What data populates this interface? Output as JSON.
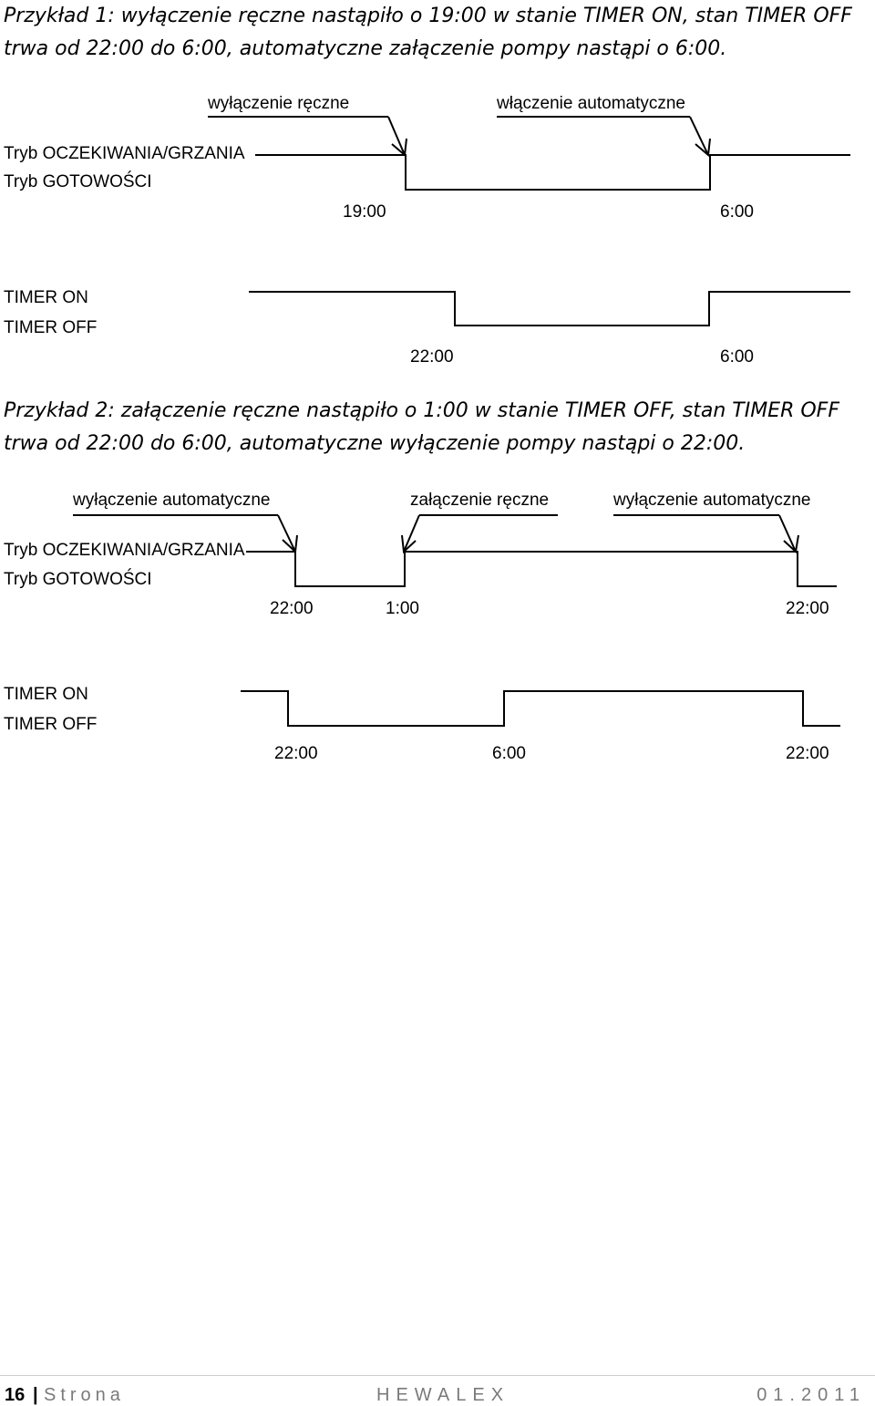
{
  "example1": {
    "heading": "Przykład 1: wyłączenie ręczne nastąpiło o 19:00 w stanie TIMER ON, stan TIMER OFF trwa od 22:00 do 6:00, automatyczne załączenie pompy nastąpi o 6:00.",
    "annotations": {
      "manual_off": "wyłączenie ręczne",
      "auto_on": "włączenie automatyczne"
    },
    "mode_labels": {
      "high": "Tryb OCZEKIWANIA/GRZANIA",
      "low": "Tryb GOTOWOŚCI"
    },
    "mode_times": [
      "19:00",
      "6:00"
    ],
    "timer_labels": {
      "high": "TIMER ON",
      "low": "TIMER OFF"
    },
    "timer_times": [
      "22:00",
      "6:00"
    ]
  },
  "example2": {
    "heading": "Przykład 2: załączenie ręczne nastąpiło o 1:00 w stanie TIMER OFF, stan TIMER OFF trwa od 22:00 do 6:00, automatyczne wyłączenie pompy nastąpi o 22:00.",
    "annotations": {
      "auto_off_1": "wyłączenie automatyczne",
      "manual_on": "załączenie ręczne",
      "auto_off_2": "wyłączenie automatyczne"
    },
    "mode_labels": {
      "high": "Tryb OCZEKIWANIA/GRZANIA",
      "low": "Tryb GOTOWOŚCI"
    },
    "mode_times": [
      "22:00",
      "1:00",
      "22:00"
    ],
    "timer_labels": {
      "high": "TIMER ON",
      "low": "TIMER OFF"
    },
    "timer_times": [
      "22:00",
      "6:00",
      "22:00"
    ]
  },
  "footer": {
    "page_number": "16",
    "separator": "|",
    "page_word": "Strona",
    "brand": "HEWALEX",
    "date": "01.2011"
  }
}
